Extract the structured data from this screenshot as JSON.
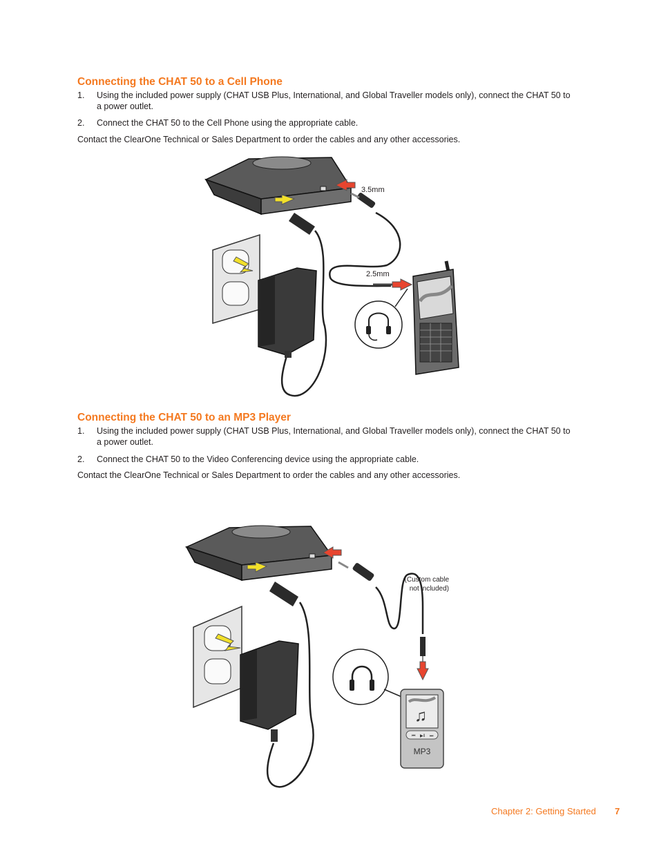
{
  "section1": {
    "title": "Connecting the CHAT 50 to a Cell Phone",
    "steps": [
      {
        "num": "1.",
        "text": "Using the included power supply (CHAT USB Plus, International, and Global Traveller models only), connect the CHAT 50 to a power outlet."
      },
      {
        "num": "2.",
        "text": "Connect the CHAT 50 to the Cell Phone using the appropriate cable."
      }
    ],
    "note": "Contact the ClearOne Technical or Sales Department to order the cables and any other accessories.",
    "figure": {
      "label_35": "3.5mm",
      "label_25": "2.5mm"
    }
  },
  "section2": {
    "title": "Connecting the CHAT 50 to an MP3 Player",
    "steps": [
      {
        "num": "1.",
        "text": "Using the included power supply (CHAT USB Plus, International, and Global Traveller models only), connect the CHAT 50 to a power outlet."
      },
      {
        "num": "2.",
        "text": "Connect the CHAT 50 to the Video Conferencing device using the appropriate cable."
      }
    ],
    "note": "Contact the ClearOne Technical or Sales Department to order the cables and any other accessories.",
    "figure": {
      "cable_line1": "(Custom cable",
      "cable_line2": "not included)",
      "mp3_label": "MP3"
    }
  },
  "footer": {
    "chapter": "Chapter 2: Getting Started",
    "page": "7"
  }
}
